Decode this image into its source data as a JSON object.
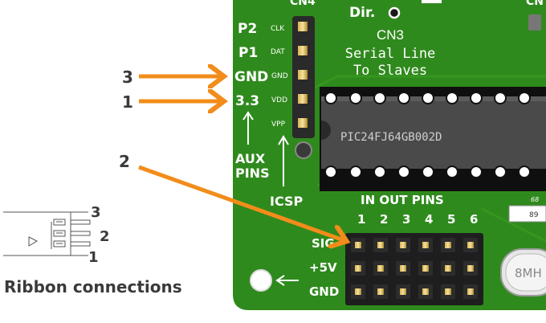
{
  "board": {
    "cn4_header_label": "CN4",
    "cn_right_label": "CN",
    "dir_label": "Dir.",
    "cn3_label": "CN3",
    "serial_line_1": "Serial Line",
    "serial_line_2": "To Slaves",
    "aux_pins": [
      {
        "big": "P2",
        "small": "CLK"
      },
      {
        "big": "P1",
        "small": "DAT"
      },
      {
        "big": "GND",
        "small": "GND"
      },
      {
        "big": "3.3",
        "small": "VDD"
      },
      {
        "big": "",
        "small": "VPP"
      }
    ],
    "aux_label_1": "AUX",
    "aux_label_2": "PINS",
    "icsp_label": "ICSP",
    "chip_label": "PIC24FJ64GB002D",
    "in_out_title": "IN OUT PINS",
    "in_out_numbers": [
      "1",
      "2",
      "3",
      "4",
      "5",
      "6"
    ],
    "row_labels": [
      "SIG",
      "+5V",
      "GND"
    ],
    "crystal_label": "8MH",
    "small_part_label": "68",
    "small_part_label_2": "89"
  },
  "callouts": {
    "arrow_3": "3",
    "arrow_1": "1",
    "arrow_2": "2"
  },
  "ribbon": {
    "numbers": [
      "3",
      "2",
      "1"
    ],
    "caption": "Ribbon connections"
  },
  "colors": {
    "pcb": "#2f8a1d",
    "pcb_dark": "#1f6012",
    "silk": "#ffffff",
    "arrow": "#f28c1a",
    "text_dark": "#3a3a3a"
  }
}
